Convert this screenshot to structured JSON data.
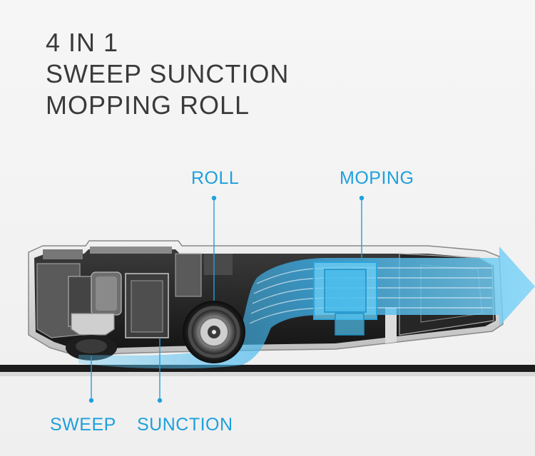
{
  "headline": {
    "line1": "4 IN 1",
    "line2": "SWEEP SUNCTION",
    "line3": "MOPPING ROLL"
  },
  "callouts": {
    "roll": "ROLL",
    "moping": "MOPING",
    "sweep": "SWEEP",
    "sunction": "SUNCTION"
  },
  "colors": {
    "accent": "#1ea0dc",
    "heading": "#3a3a3a",
    "body": "#2a2a2a",
    "floor": "#1c1c1c"
  }
}
